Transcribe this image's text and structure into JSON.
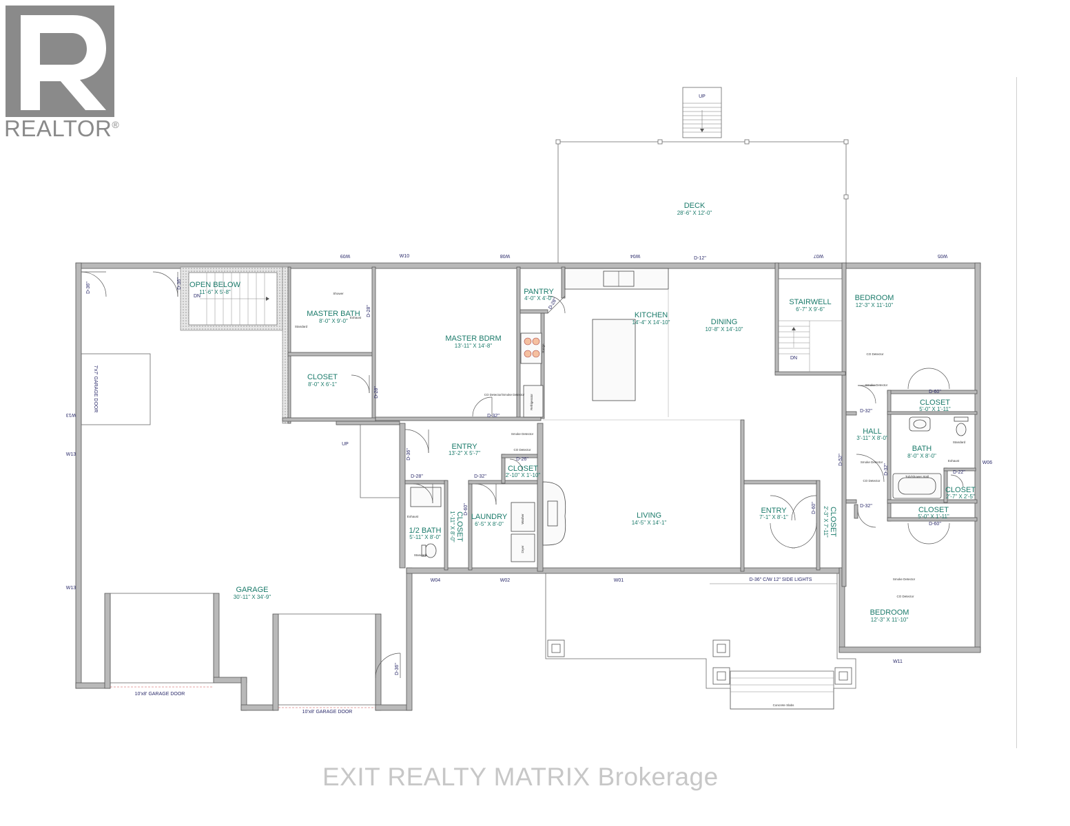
{
  "brand": {
    "logo_mark": "R",
    "logo_text": "REALTOR",
    "registered": "®"
  },
  "watermark": "EXIT REALTY MATRIX  Brokerage",
  "rooms": {
    "deck": {
      "name": "DECK",
      "dims": "28'-6\" X 12'-0\""
    },
    "open_below": {
      "name": "OPEN BELOW",
      "dims": "11'-6\" X 5'-8\""
    },
    "master_bath": {
      "name": "MASTER BATH",
      "dims": "8'-0\" X 9'-0\""
    },
    "closet_master": {
      "name": "CLOSET",
      "dims": "8'-0\" X 6'-1\""
    },
    "master_bdrm": {
      "name": "MASTER BDRM",
      "dims": "13'-11\" X 14'-8\""
    },
    "pantry": {
      "name": "PANTRY",
      "dims": "4'-0\" X 4'-0\""
    },
    "kitchen": {
      "name": "KITCHEN",
      "dims": "14'-4\" X 14'-10\""
    },
    "dining": {
      "name": "DINING",
      "dims": "10'-8\" X 14'-10\""
    },
    "stairwell": {
      "name": "STAIRWELL",
      "dims": "6'-7\" X 9'-6\""
    },
    "bedroom1": {
      "name": "BEDROOM",
      "dims": "12'-3\" X 11'-10\""
    },
    "closet_b1": {
      "name": "CLOSET",
      "dims": "5'-0\" X 1'-11\""
    },
    "hall": {
      "name": "HALL",
      "dims": "3'-11\" X 8'-0\""
    },
    "bath": {
      "name": "BATH",
      "dims": "8'-0\" X 8'-0\""
    },
    "closet_small": {
      "name": "CLOSET",
      "dims": "2'-7\" X 2'-5\""
    },
    "closet_b2": {
      "name": "CLOSET",
      "dims": "5'-0\" X 1'-11\""
    },
    "bedroom2": {
      "name": "BEDROOM",
      "dims": "12'-3\" X 11'-10\""
    },
    "entry_main": {
      "name": "ENTRY",
      "dims": "13'-2\" X 5'-7\""
    },
    "closet_entry": {
      "name": "CLOSET",
      "dims": "2'-10\" X 1'-10\""
    },
    "half_bath": {
      "name": "1/2 BATH",
      "dims": "5'-11\" X 8'-0\""
    },
    "closet_vert": {
      "name": "CLOSET",
      "dims": "1'-11\" X 8'-0\""
    },
    "laundry": {
      "name": "LAUNDRY",
      "dims": "6'-5\" X 8'-0\""
    },
    "living": {
      "name": "LIVING",
      "dims": "14'-5\" X 14'-1\""
    },
    "entry_front": {
      "name": "ENTRY",
      "dims": "7'-1\" X 8'-1\""
    },
    "closet_front": {
      "name": "CLOSET",
      "dims": "2'-3\" X 7'-11\""
    },
    "garage": {
      "name": "GARAGE",
      "dims": "30'-11\" X 34'-9\""
    }
  },
  "labels": {
    "up_top": "UP",
    "up_garage": "UP",
    "dn_open": "DN",
    "dn_stair": "DN",
    "garage_door_side": "7'x7' GARAGE DOOR",
    "garage_door_1": "10'x8' GARAGE DOOR",
    "garage_door_2": "10'x8' GARAGE DOOR",
    "front_door": "D-36\" C/W 12\" SIDE LIGHTS",
    "concrete": "Concrete Slabs",
    "co_detector": "CO Detector",
    "smoke_detector": "Smoke Detector",
    "co_smoke": "CO Detector/Smoke Detector",
    "exhaust": "Exhaust",
    "standard": "Standard",
    "fridge": "Refrigerator",
    "range": "Range",
    "washer": "Washer",
    "dryer": "Dryer",
    "shower": "Shower",
    "tub": "Tub/Shower Stall"
  },
  "doors": {
    "d36_garage_top": "D-36\"",
    "d36_open": "D-36\"",
    "d28_mb": "D-28\"",
    "d28_closet": "D-28\"",
    "d32_bdrm": "D-32\"",
    "d28_pantry": "D-28\"",
    "d12_deck": "D-12\"",
    "d36_entry": "D-36\"",
    "d28_halfbath": "D-28\"",
    "d32_laundry": "D-32\"",
    "d26_closet": "D-26\"",
    "d60_laundry": "D-60\"",
    "d60_front": "D-60\"",
    "d52": "D-52\"",
    "d32_hall": "D-32\"",
    "d32_hall2": "D-32\"",
    "d32_b2": "D-32\"",
    "d60_b1": "D-60\"",
    "d60_b2": "D-60\"",
    "d22": "D-22\"",
    "d36_garage_bottom": "D-36\""
  },
  "windows": {
    "w09": "W09",
    "w10": "W10",
    "w08": "W08",
    "w04a": "W04",
    "w07": "W07",
    "w05": "W05",
    "w13a": "W13",
    "w13b": "W13",
    "w13c": "W13",
    "w06": "W06",
    "w04b": "W04",
    "w02": "W02",
    "w01": "W01",
    "w11": "W11"
  },
  "colors": {
    "room_text": "#1a7a6a",
    "tag_text": "#2a2a6a",
    "wall_fill": "#b9b9b9",
    "logo": "#8a8a8a",
    "watermark": "#c7c7c7"
  }
}
